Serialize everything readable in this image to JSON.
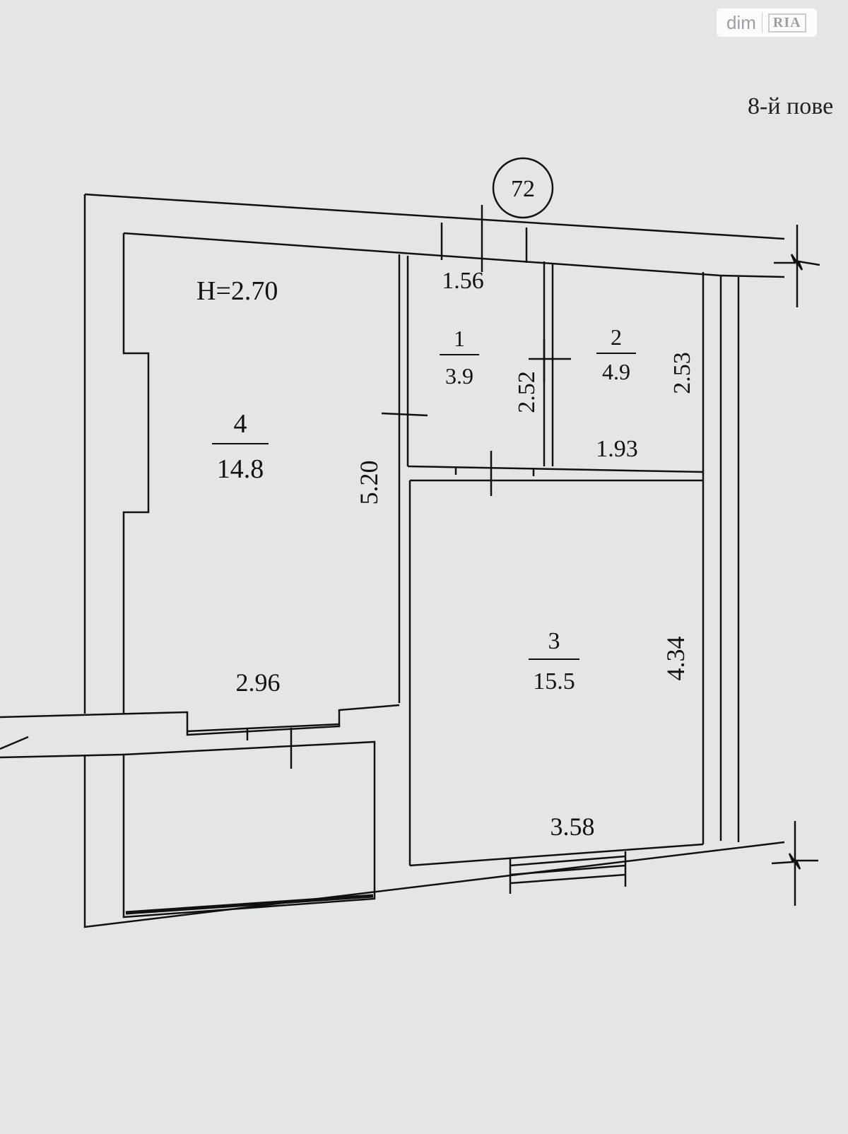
{
  "floor_label": "8-й пове",
  "apartment_number": "72",
  "ceiling_height": "H=2.70",
  "rooms": [
    {
      "number": "1",
      "area": "3.9"
    },
    {
      "number": "2",
      "area": "4.9"
    },
    {
      "number": "3",
      "area": "15.5"
    },
    {
      "number": "4",
      "area": "14.8"
    }
  ],
  "dimensions": {
    "corridor_width": "1.56",
    "room1_depth": "2.52",
    "room2_depth": "2.53",
    "room2_width": "1.93",
    "room4_depth": "5.20",
    "room4_width": "2.96",
    "room3_depth": "4.34",
    "room3_width": "3.58"
  },
  "watermark": {
    "brand": "dim",
    "sub": "RIA"
  },
  "colors": {
    "paper": "#e3e5e7",
    "ink": "#111111",
    "wall_fill": "#eceef0"
  }
}
